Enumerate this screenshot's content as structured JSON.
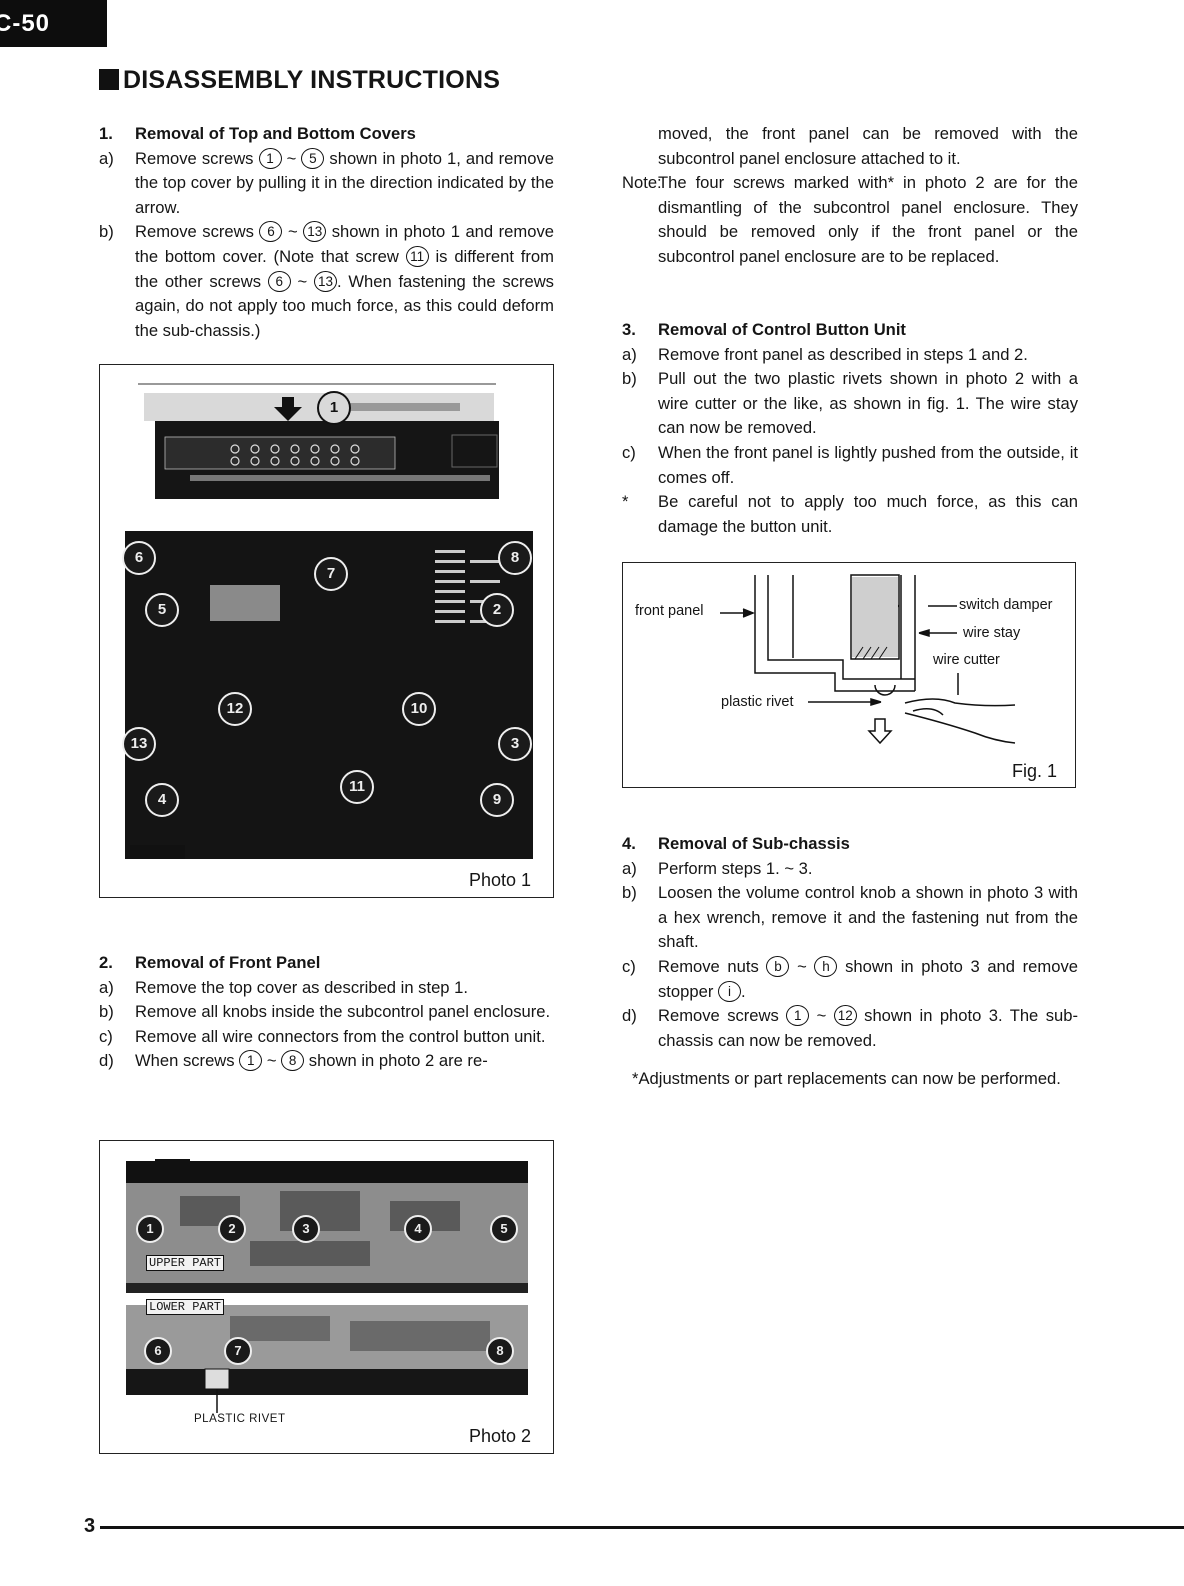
{
  "header": {
    "model_tag": "C-50",
    "title": "DISASSEMBLY INSTRUCTIONS"
  },
  "left_column": {
    "s1": {
      "num": "1.",
      "title": "Removal of Top and Bottom Covers",
      "a_label": "a)",
      "a_pre": "Remove screws",
      "a_c1": "1",
      "a_c2": "5",
      "a_post": "shown in photo 1, and remove the top cover by pulling it in the direction indicated by the arrow.",
      "b_label": "b)",
      "b_pre": "Remove screws",
      "b_c1": "6",
      "b_c2": "13",
      "b_mid": "shown in photo 1 and remove the bottom cover. (Note that screw",
      "b_c3": "11",
      "b_mid2": "is different from the other screws",
      "b_c4": "6",
      "b_c5": "13",
      "b_post": ". When fastening the screws again, do not apply too much force, as this could deform the sub-chassis.)"
    },
    "photo1": {
      "caption": "Photo 1",
      "markers": [
        "1",
        "6",
        "7",
        "8",
        "5",
        "2",
        "12",
        "10",
        "13",
        "3",
        "4",
        "11",
        "9"
      ]
    },
    "s2": {
      "num": "2.",
      "title": "Removal of Front Panel",
      "a_label": "a)",
      "a_text": "Remove the top cover as described in step 1.",
      "b_label": "b)",
      "b_text": "Remove all knobs inside the subcontrol panel enclosure.",
      "c_label": "c)",
      "c_text": "Remove all wire connectors from the control button unit.",
      "d_label": "d)",
      "d_pre": "When screws",
      "d_c1": "1",
      "d_c2": "8",
      "d_post": "shown in photo 2 are re-"
    },
    "photo2": {
      "caption": "Photo 2",
      "upper_label": "UPPER PART",
      "lower_label": "LOWER PART",
      "rivet_label": "PLASTIC RIVET",
      "markers": [
        "1",
        "2",
        "3",
        "4",
        "5",
        "6",
        "7",
        "8"
      ]
    }
  },
  "right_column": {
    "s2_cont": "moved, the front panel can be removed with the subcontrol panel enclosure attached to it.",
    "note_label": "Note:",
    "note_text": "The four screws marked with* in photo 2 are for the dismantling of the subcontrol panel enclosure. They should be removed only if the front panel or the subcontrol panel enclosure are to be replaced.",
    "s3": {
      "num": "3.",
      "title": "Removal of Control Button Unit",
      "a_label": "a)",
      "a_text": "Remove front panel as described in steps 1 and 2.",
      "b_label": "b)",
      "b_text": "Pull out the two plastic rivets shown in photo 2 with a wire cutter or the like, as shown in fig. 1. The wire stay can now be removed.",
      "c_label": "c)",
      "c_text": "When the front panel is lightly pushed from the outside, it comes off.",
      "star_label": "*",
      "star_text": "Be careful not to apply too much force, as this can damage the button unit."
    },
    "fig1": {
      "front_panel": "front panel",
      "switch_damper": "switch damper",
      "wire_stay": "wire stay",
      "wire_cutter": "wire cutter",
      "plastic_rivet": "plastic rivet",
      "caption": "Fig. 1"
    },
    "s4": {
      "num": "4.",
      "title": "Removal of Sub-chassis",
      "a_label": "a)",
      "a_text": "Perform steps 1. ~ 3.",
      "b_label": "b)",
      "b_text": "Loosen the volume control knob a shown in photo 3 with a hex wrench, remove it and the fastening nut from the shaft.",
      "c_label": "c)",
      "c_pre": "Remove nuts",
      "c_c1": "b",
      "c_c2": "h",
      "c_mid": "shown in photo 3 and remove stopper",
      "c_c3": "i",
      "c_post": ".",
      "d_label": "d)",
      "d_pre": "Remove screws",
      "d_c1": "1",
      "d_c2": "12",
      "d_post": "shown in photo 3. The sub-chassis can now be removed."
    },
    "footnote": "*Adjustments or part replacements can now be performed."
  },
  "footer": {
    "page_number": "3"
  }
}
